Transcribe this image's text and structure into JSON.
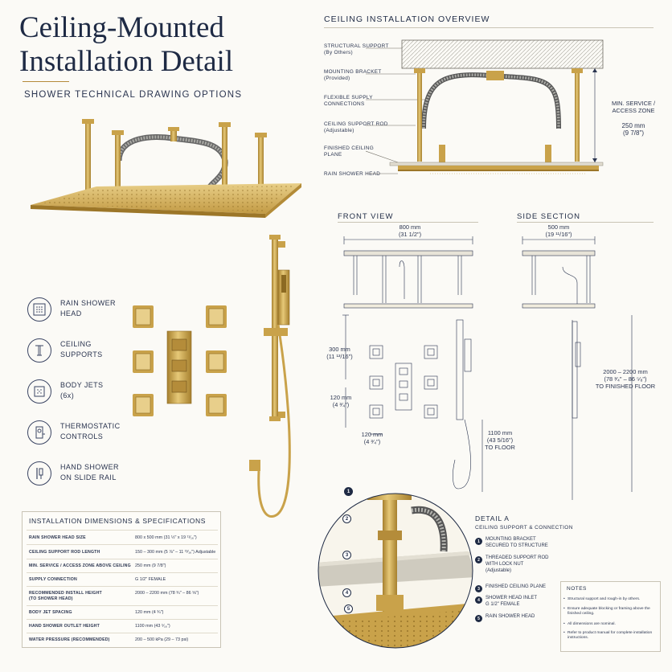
{
  "header": {
    "title_line1": "Ceiling-Mounted",
    "title_line2": "Installation Detail",
    "subtitle": "SHOWER TECHNICAL DRAWING OPTIONS"
  },
  "legend": [
    {
      "icon": "rain-shower-head-icon",
      "line1": "RAIN SHOWER",
      "line2": "HEAD"
    },
    {
      "icon": "ceiling-supports-icon",
      "line1": "CEILING",
      "line2": "SUPPORTS"
    },
    {
      "icon": "body-jets-icon",
      "line1": "BODY JETS",
      "line2": "(6x)"
    },
    {
      "icon": "thermostatic-controls-icon",
      "line1": "THERMOSTATIC",
      "line2": "CONTROLS"
    },
    {
      "icon": "hand-shower-icon",
      "line1": "HAND SHOWER",
      "line2": "ON SLIDE RAIL"
    }
  ],
  "overview": {
    "title": "CEILING INSTALLATION OVERVIEW",
    "labels": [
      {
        "main": "STRUCTURAL SUPPORT",
        "sub": "(By Others)"
      },
      {
        "main": "MOUNTING BRACKET",
        "sub": "(Provided)"
      },
      {
        "main": "FLEXIBLE SUPPLY",
        "sub": "CONNECTIONS"
      },
      {
        "main": "CEILING SUPPORT ROD",
        "sub": "(Adjustable)"
      },
      {
        "main": "FINISHED CEILING",
        "sub": "PLANE"
      },
      {
        "main": "RAIN SHOWER HEAD",
        "sub": ""
      }
    ],
    "service_zone_label1": "MIN. SERVICE /",
    "service_zone_label2": "ACCESS ZONE",
    "service_zone_mm": "250 mm",
    "service_zone_in": "(9 7/8\")"
  },
  "front_view": {
    "title": "FRONT VIEW",
    "width_mm": "800 mm",
    "width_in": "(31 1/2\")",
    "jet_height_mm": "300 mm",
    "jet_height_in": "(11 ¹³/16\")",
    "jet_vspacing_mm": "120 mm",
    "jet_vspacing_in": "(4 ³⁄₄\")",
    "jet_hspacing_mm": "120 mm",
    "jet_hspacing_in": "(4 ³⁄₄\")",
    "hand_height_mm": "1100 mm",
    "hand_height_in": "(43 5/16\")",
    "hand_height_note": "TO FLOOR"
  },
  "side_section": {
    "title": "SIDE SECTION",
    "depth_mm": "500 mm",
    "depth_in": "(19 ¹¹/16\")",
    "height_mm": "2000 – 2200 mm",
    "height_in": "(78 ³⁄₄\" – 86 ⁵⁄₈\")",
    "height_note": "TO FINISHED FLOOR"
  },
  "detail_a": {
    "title": "DETAIL A",
    "subtitle": "CEILING SUPPORT & CONNECTION",
    "items": [
      {
        "num": "1",
        "line1": "MOUNTING BRACKET",
        "line2": "SECURED TO STRUCTURE",
        "line3": ""
      },
      {
        "num": "2",
        "line1": "THREADED SUPPORT ROD",
        "line2": "WITH LOCK NUT",
        "line3": "(Adjustable)"
      },
      {
        "num": "3",
        "line1": "FINISHED CEILING PLANE",
        "line2": "",
        "line3": ""
      },
      {
        "num": "4",
        "line1": "SHOWER HEAD INLET",
        "line2": "G 1/2\" FEMALE",
        "line3": ""
      },
      {
        "num": "5",
        "line1": "RAIN SHOWER HEAD",
        "line2": "",
        "line3": ""
      }
    ]
  },
  "specs": {
    "title": "INSTALLATION DIMENSIONS & SPECIFICATIONS",
    "rows": [
      {
        "k1": "RAIN SHOWER HEAD SIZE",
        "k2": "",
        "v": "800 x 500 mm (31 ½\" x 19 ¹¹⁄₁₆\")"
      },
      {
        "k1": "CEILING SUPPORT ROD LENGTH",
        "k2": "",
        "v": "150 – 300 mm (5 ⅞\" – 11 ¹³⁄₁₆\") Adjustable"
      },
      {
        "k1": "MIN. SERVICE / ACCESS ZONE ABOVE CEILING",
        "k2": "",
        "v": "250 mm (9 7/8\")"
      },
      {
        "k1": "SUPPLY CONNECTION",
        "k2": "",
        "v": "G 1/2\" FEMALE"
      },
      {
        "k1": "RECOMMENDED INSTALL HEIGHT",
        "k2": "(TO SHOWER HEAD)",
        "v": "2000 – 2200 mm (78 ¾\" – 86 ⅝\")"
      },
      {
        "k1": "BODY JET SPACING",
        "k2": "",
        "v": "120 mm (4 ¾\")"
      },
      {
        "k1": "HAND SHOWER OUTLET HEIGHT",
        "k2": "",
        "v": "1100 mm (43 ⁵⁄₁₆\")"
      },
      {
        "k1": "WATER PRESSURE (RECOMMENDED)",
        "k2": "",
        "v": "200 – 500 kPa (29 – 73 psi)"
      }
    ]
  },
  "notes": {
    "title": "NOTES",
    "items": [
      "Structural support and rough-in by others.",
      "Ensure adequate blocking or framing above the finished ceiling.",
      "All dimensions are nominal.",
      "Refer to product manual for complete installation instructions."
    ]
  },
  "colors": {
    "navy": "#1e2a44",
    "gold": "#c9a24a",
    "gold_dark": "#a6802e",
    "paper": "#fbfaf6"
  }
}
